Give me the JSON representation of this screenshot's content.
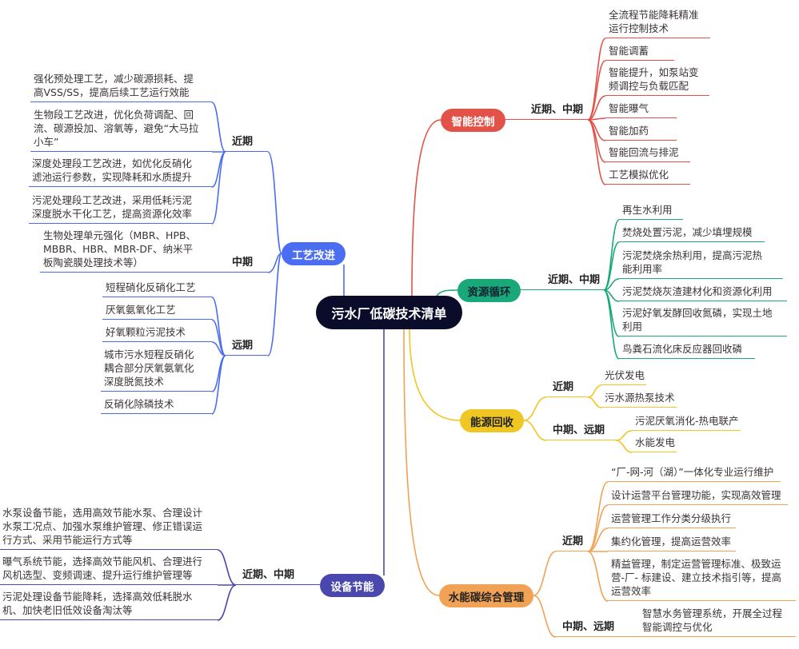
{
  "title": "污水厂低碳技术清单",
  "colors": {
    "smart": "#e25248",
    "resource": "#19a877",
    "energy": "#f0c623",
    "water": "#f2a254",
    "process": "#4a6df2",
    "equipment": "#4a48ae",
    "root": "#0b0b2a"
  },
  "branches": [
    {
      "label": "智能控制",
      "periods": [
        {
          "label": "近期、中期",
          "items": [
            "全流程节能降耗精准\n运行控制技术",
            "智能调蓄",
            "智能提升，如泵站变\n频调控与负载匹配",
            "智能曝气",
            "智能加药",
            "智能回流与排泥",
            "工艺模拟优化"
          ]
        }
      ]
    },
    {
      "label": "资源循环",
      "periods": [
        {
          "label": "近期、中期",
          "items": [
            "再生水利用",
            "焚烧处置污泥，减少填埋规模",
            "污泥焚烧余热利用，提高污泥热\n能利用率",
            "污泥焚烧灰渣建材化和资源化利用",
            "污泥好氧发酵回收氮磷，实现土地\n利用",
            "鸟粪石流化床反应器回收磷"
          ]
        }
      ]
    },
    {
      "label": "能源回收",
      "periods": [
        {
          "label": "近期",
          "items": [
            "光伏发电",
            "污水源热泵技术"
          ]
        },
        {
          "label": "中期、远期",
          "items": [
            "污泥厌氧消化-热电联产",
            "水能发电"
          ]
        }
      ]
    },
    {
      "label": "水能碳综合管理",
      "periods": [
        {
          "label": "近期",
          "items": [
            "“厂-网-河（湖）”一体化专业运行维护",
            "设计运营平台管理功能，实现高效管理",
            "运营管理工作分类分级执行",
            "集约化管理，提高运营效率",
            "精益管理，制定运营管理标准、极致运\n营-厂- 标建设、建立技术指引等，提高\n运营效率"
          ]
        },
        {
          "label": "中期、远期",
          "items": [
            "智慧水务管理系统，开展全过程\n智能调控与优化"
          ]
        }
      ]
    },
    {
      "label": "工艺改进",
      "periods": [
        {
          "label": "近期",
          "items": [
            "强化预处理工艺，减少碳源损耗、提\n高VSS/SS，提高后续工艺运行效能",
            "生物段工艺改进，优化负荷调配、回\n流、碳源投加、溶氧等，避免“大马拉\n小车”",
            "深度处理段工艺改进，如优化反硝化\n滤池运行参数，实现降耗和水质提升",
            "污泥处理段工艺改进，采用低耗污泥\n深度脱水干化工艺，提高资源化效率"
          ]
        },
        {
          "label": "中期",
          "items": [
            "生物处理单元强化（MBR、HPB、\nMBBR、HBR、MBR-DF、纳米平\n板陶瓷膜处理技术等）"
          ]
        },
        {
          "label": "远期",
          "items": [
            "短程硝化反硝化工艺",
            "厌氧氨氧化工艺",
            "好氧颗粒污泥技术",
            "城市污水短程反硝化\n耦合部分厌氧氨氧化\n深度脱氮技术",
            "反硝化除磷技术"
          ]
        }
      ]
    },
    {
      "label": "设备节能",
      "periods": [
        {
          "label": "近期、中期",
          "items": [
            "水泵设备节能，选用高效节能水泵、合理设计\n水泵工况点、加强水泵维护管理、修正错误运\n行方式、采用节能运行方式等",
            "曝气系统节能，选择高效节能风机、合理进行\n风机选型、变频调速、提升运行维护管理等",
            "污泥处理设备节能降耗，选择高效低耗脱水\n机、加快老旧低效设备淘汰等"
          ]
        }
      ]
    }
  ]
}
